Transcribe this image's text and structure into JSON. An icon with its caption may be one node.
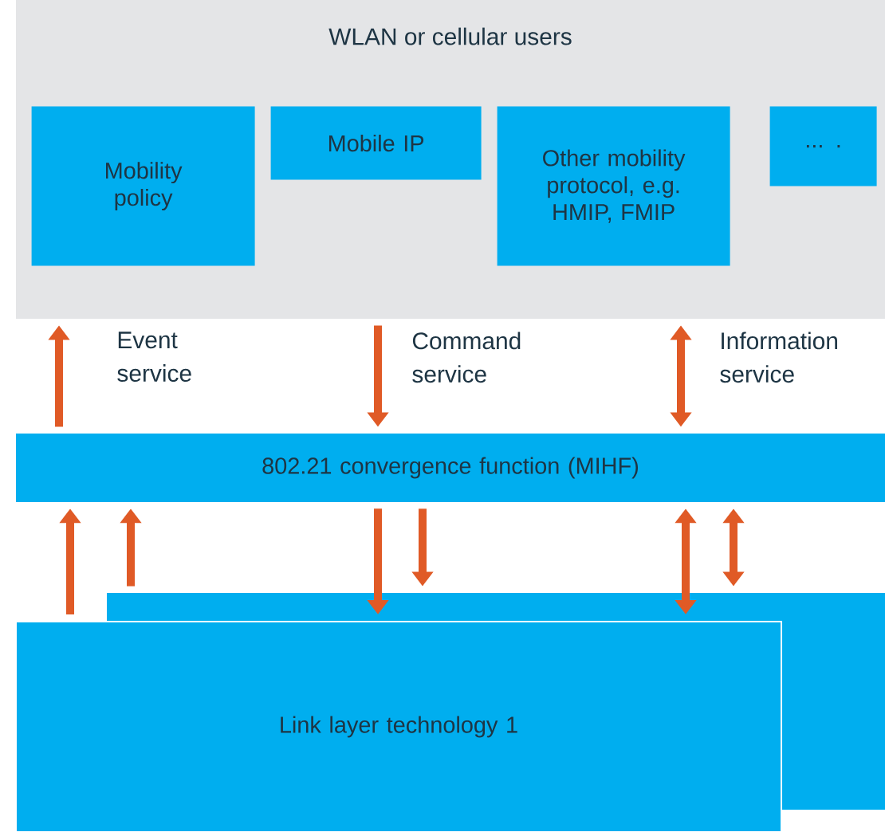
{
  "diagram": {
    "nodes": [
      {
        "text": [
          "WLAN or cellular users"
        ]
      },
      {
        "text": [
          "Mobility policy"
        ],
        "in": 0
      },
      {
        "text": [
          "Mobile IP"
        ],
        "in": 0
      },
      {
        "text": [
          "Other mobility protocol, e.g. HMIP, FMIP"
        ],
        "in": 0
      },
      {
        "text": [
          "... ."
        ],
        "in": 0
      },
      {
        "text": [
          "802.21 convergence function (MIHF)"
        ]
      },
      {
        "text": [],
        "shape": "box"
      },
      {
        "text": [
          "Link layer technology 1"
        ]
      }
    ],
    "edges": [
      {
        "from": 5,
        "to": 0,
        "arrow": "to",
        "label": "Event service"
      },
      {
        "from": 0,
        "to": 5,
        "arrow": "to",
        "label": "Command service"
      },
      {
        "from": 0,
        "to": 5,
        "arrow": "both",
        "label": "Information service"
      },
      {
        "from": 7,
        "to": 5,
        "arrow": "to"
      },
      {
        "from": 6,
        "to": 5,
        "arrow": "to"
      },
      {
        "from": 5,
        "to": 7,
        "arrow": "to"
      },
      {
        "from": 5,
        "to": 6,
        "arrow": "to"
      },
      {
        "from": 5,
        "to": 7,
        "arrow": "both"
      },
      {
        "from": 5,
        "to": 6,
        "arrow": "both"
      }
    ]
  }
}
